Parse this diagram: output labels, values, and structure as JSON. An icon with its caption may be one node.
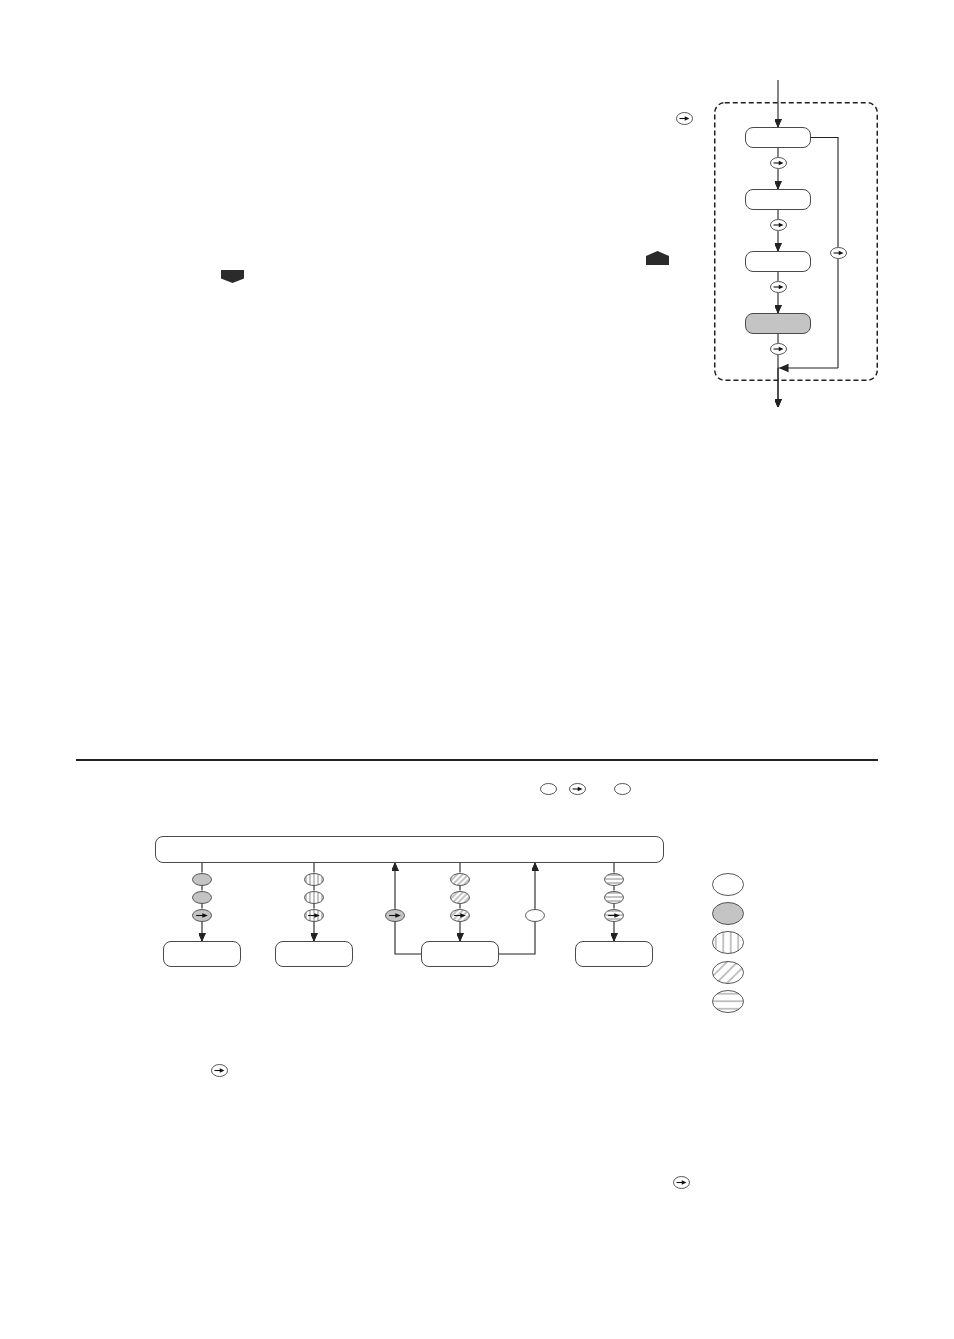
{
  "diagram": {
    "nodes": [
      {
        "text": [],
        "shape": "box"
      },
      {
        "text": [],
        "shape": "box",
        "in": 0
      },
      {
        "text": [],
        "shape": "oval",
        "in": 0
      },
      {
        "text": [],
        "shape": "box",
        "in": 0
      },
      {
        "text": [],
        "shape": "oval",
        "in": 0
      },
      {
        "text": [],
        "shape": "box",
        "in": 0
      },
      {
        "text": [],
        "shape": "oval",
        "in": 0
      },
      {
        "text": [],
        "shape": "box",
        "in": 0
      },
      {
        "text": [],
        "shape": "oval",
        "in": 0
      },
      {
        "text": [],
        "shape": "oval",
        "in": 0
      },
      {
        "text": [],
        "shape": "box"
      },
      {
        "text": [],
        "shape": "oval"
      },
      {
        "text": [],
        "shape": "oval"
      },
      {
        "text": [],
        "shape": "oval"
      },
      {
        "text": [],
        "shape": "oval"
      },
      {
        "text": [],
        "shape": "oval"
      },
      {
        "text": [],
        "shape": "oval"
      },
      {
        "text": [],
        "shape": "oval"
      },
      {
        "text": [],
        "shape": "oval"
      },
      {
        "text": [],
        "shape": "oval"
      },
      {
        "text": [],
        "shape": "oval"
      },
      {
        "text": [],
        "shape": "oval"
      },
      {
        "text": [],
        "shape": "oval"
      },
      {
        "text": [],
        "shape": "oval"
      },
      {
        "text": [],
        "shape": "oval"
      },
      {
        "text": [],
        "shape": "box"
      },
      {
        "text": [],
        "shape": "box"
      },
      {
        "text": [],
        "shape": "box"
      },
      {
        "text": [],
        "shape": "box"
      }
    ],
    "edges": [
      {
        "from": null,
        "to": 1,
        "arrow": "to"
      },
      {
        "from": 1,
        "to": 2,
        "arrow": "none"
      },
      {
        "from": 2,
        "to": 3,
        "arrow": "to"
      },
      {
        "from": 3,
        "to": 4,
        "arrow": "none"
      },
      {
        "from": 4,
        "to": 5,
        "arrow": "to"
      },
      {
        "from": 5,
        "to": 6,
        "arrow": "none"
      },
      {
        "from": 6,
        "to": 7,
        "arrow": "to"
      },
      {
        "from": 7,
        "to": 8,
        "arrow": "none"
      },
      {
        "from": 8,
        "to": null,
        "arrow": "to"
      },
      {
        "from": 1,
        "to": 9,
        "arrow": "none"
      },
      {
        "from": 9,
        "to": null,
        "arrow": "to"
      },
      {
        "from": 10,
        "to": 11,
        "arrow": "none"
      },
      {
        "from": 11,
        "to": 12,
        "arrow": "none"
      },
      {
        "from": 12,
        "to": 13,
        "arrow": "none"
      },
      {
        "from": 13,
        "to": 25,
        "arrow": "to"
      },
      {
        "from": 10,
        "to": 14,
        "arrow": "none"
      },
      {
        "from": 14,
        "to": 15,
        "arrow": "none"
      },
      {
        "from": 15,
        "to": 16,
        "arrow": "none"
      },
      {
        "from": 16,
        "to": 26,
        "arrow": "to"
      },
      {
        "from": 27,
        "to": 17,
        "arrow": "none"
      },
      {
        "from": 17,
        "to": 10,
        "arrow": "to"
      },
      {
        "from": 10,
        "to": 18,
        "arrow": "none"
      },
      {
        "from": 18,
        "to": 19,
        "arrow": "none"
      },
      {
        "from": 19,
        "to": 20,
        "arrow": "none"
      },
      {
        "from": 20,
        "to": 27,
        "arrow": "to"
      },
      {
        "from": 27,
        "to": 21,
        "arrow": "none"
      },
      {
        "from": 21,
        "to": 10,
        "arrow": "to"
      },
      {
        "from": 10,
        "to": 22,
        "arrow": "none"
      },
      {
        "from": 22,
        "to": 23,
        "arrow": "none"
      },
      {
        "from": 23,
        "to": 24,
        "arrow": "none"
      },
      {
        "from": 24,
        "to": 28,
        "arrow": "to"
      }
    ]
  }
}
